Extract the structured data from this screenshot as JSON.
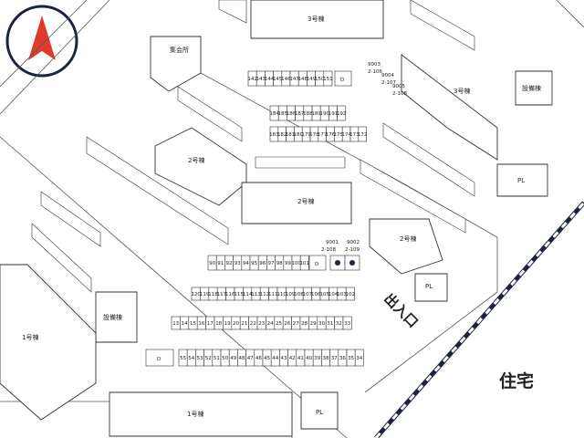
{
  "compass": {
    "icon": "north-arrow-icon",
    "color": "#e03b2a"
  },
  "buildings": {
    "b1": "1号棟",
    "b2": "2号棟",
    "b3": "3号棟",
    "hall": "集会所",
    "equipment": "設備棟",
    "pl": "PL"
  },
  "exit_label": "出入口",
  "residential_label": "住宅",
  "special_slots": {
    "s9001": "9001",
    "s9002": "9002",
    "s9001b": "2-108",
    "s9002b": "2-109",
    "s9003": "9003",
    "s9003b": "2-106",
    "s9004": "9004",
    "s9004b": "2-107",
    "s9005": "9005",
    "s9005b": "2-108",
    "d": "D"
  },
  "rows": {
    "r_13_33": [
      "13",
      "14",
      "15",
      "16",
      "17",
      "18",
      "19",
      "20",
      "21",
      "22",
      "23",
      "24",
      "25",
      "26",
      "27",
      "28",
      "29",
      "30",
      "31",
      "32",
      "33"
    ],
    "r_55_34": [
      "55",
      "54",
      "53",
      "52",
      "51",
      "50",
      "49",
      "48",
      "47",
      "46",
      "45",
      "44",
      "43",
      "42",
      "41",
      "40",
      "39",
      "38",
      "37",
      "36",
      "35",
      "34"
    ],
    "r_120_102": [
      "120",
      "119",
      "118",
      "117",
      "116",
      "115",
      "114",
      "113",
      "112",
      "111",
      "110",
      "109",
      "108",
      "107",
      "106",
      "105",
      "104",
      "103",
      "102"
    ],
    "r_90_101": [
      "90",
      "91",
      "92",
      "93",
      "94",
      "95",
      "96",
      "97",
      "98",
      "99",
      "100",
      "101"
    ],
    "r_142_151": [
      "142",
      "143",
      "144",
      "145",
      "146",
      "147",
      "148",
      "149",
      "150",
      "151"
    ],
    "r_184_192": [
      "184",
      "185",
      "186",
      "187",
      "188",
      "189",
      "190",
      "191",
      "192"
    ],
    "r_183_172": [
      "183",
      "182",
      "181",
      "180",
      "179",
      "178",
      "177",
      "176",
      "175",
      "174",
      "173",
      "172"
    ]
  },
  "map_colors": {
    "rail": "#1b2340",
    "compass_red": "#e03b2a"
  }
}
